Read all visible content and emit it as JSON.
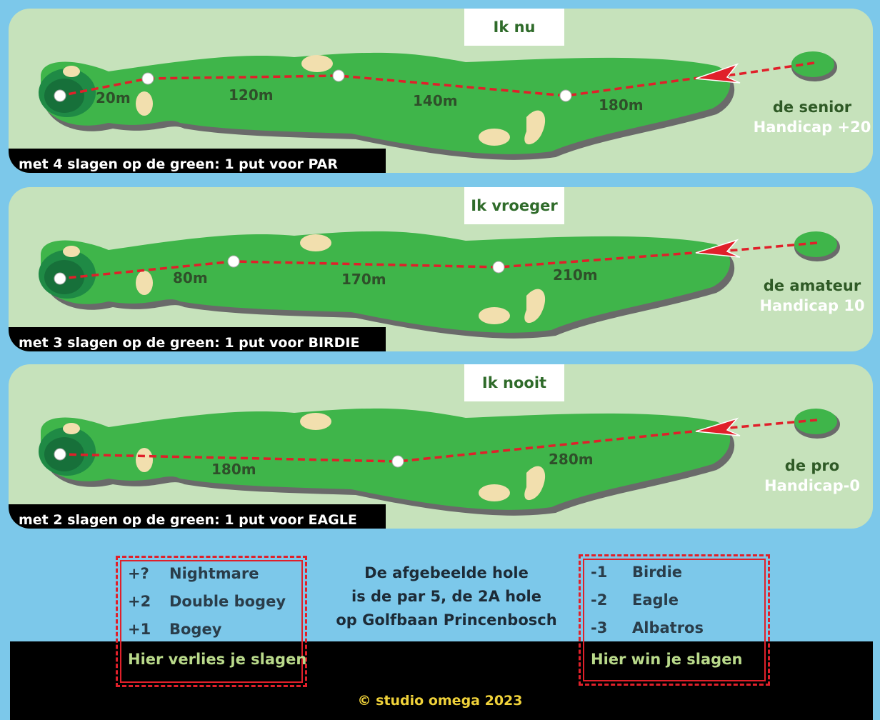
{
  "panels": [
    {
      "title": "Ik nu",
      "caption": "met 4 slagen op de green:  1 put voor PAR",
      "player": "de senior",
      "handicap": "Handicap +20",
      "distances": [
        "20m",
        "120m",
        "140m",
        "180m"
      ]
    },
    {
      "title": "Ik vroeger",
      "caption": "met 3 slagen op de green:  1 put voor BIRDIE",
      "player": "de amateur",
      "handicap": "Handicap 10",
      "distances": [
        "80m",
        "170m",
        "210m"
      ]
    },
    {
      "title": "Ik nooit",
      "caption": "met 2 slagen op de green:  1 put voor EAGLE",
      "player": "de pro",
      "handicap": "Handicap-0",
      "distances": [
        "180m",
        "280m"
      ]
    }
  ],
  "legend_lose": {
    "items": [
      {
        "code": "+?",
        "label": "Nightmare"
      },
      {
        "code": "+2",
        "label": "Double bogey"
      },
      {
        "code": "+1",
        "label": "Bogey"
      }
    ],
    "footer": "Hier verlies je slagen"
  },
  "legend_win": {
    "items": [
      {
        "code": "-1",
        "label": "Birdie"
      },
      {
        "code": "-2",
        "label": "Eagle"
      },
      {
        "code": "-3",
        "label": "Albatros"
      }
    ],
    "footer": "Hier win je slagen"
  },
  "info": {
    "line1": "De afgebeelde hole",
    "line2": "is de par 5, de 2A hole",
    "line3": "op Golfbaan Princenbosch"
  },
  "copyright": "© studio omega 2023",
  "colors": {
    "water": "#7cc8ea",
    "rough": "#c6e2bb",
    "fairway": "#3fb54a",
    "green": "#1f8a45",
    "bunker": "#f2dfae",
    "shot_line": "#e0202a"
  }
}
